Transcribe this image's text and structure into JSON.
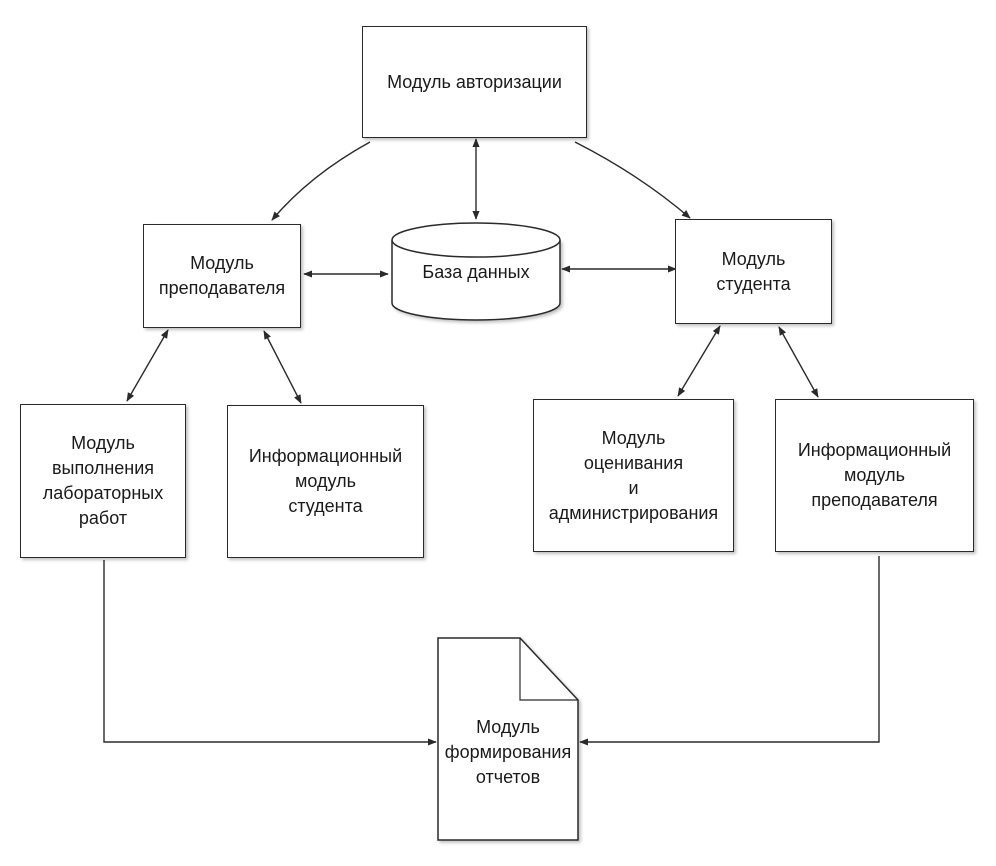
{
  "nodes": {
    "auth": {
      "lines": [
        "Модуль авторизации"
      ]
    },
    "teacher": {
      "lines": [
        "Модуль",
        "преподавателя"
      ]
    },
    "database": {
      "lines": [
        "База данных"
      ]
    },
    "student": {
      "lines": [
        "Модуль",
        "студента"
      ]
    },
    "labs": {
      "lines": [
        "Модуль",
        "выполнения",
        "лабораторных",
        "работ"
      ]
    },
    "info_student": {
      "lines": [
        "Информационный",
        "модуль",
        "студента"
      ]
    },
    "grading": {
      "lines": [
        "Модуль",
        "оценивания",
        "и",
        "администрирования"
      ]
    },
    "info_teacher": {
      "lines": [
        "Информационный",
        "модуль",
        "преподавателя"
      ]
    },
    "reports": {
      "lines": [
        "Модуль",
        "формирования",
        "отчетов"
      ]
    }
  },
  "edges": [
    {
      "from": "auth",
      "to": "teacher",
      "type": "one-way"
    },
    {
      "from": "auth",
      "to": "student",
      "type": "one-way"
    },
    {
      "from": "auth",
      "to": "database",
      "type": "two-way"
    },
    {
      "from": "teacher",
      "to": "database",
      "type": "two-way"
    },
    {
      "from": "database",
      "to": "student",
      "type": "two-way"
    },
    {
      "from": "teacher",
      "to": "labs",
      "type": "two-way"
    },
    {
      "from": "teacher",
      "to": "info_student",
      "type": "two-way"
    },
    {
      "from": "student",
      "to": "grading",
      "type": "two-way"
    },
    {
      "from": "student",
      "to": "info_teacher",
      "type": "two-way"
    },
    {
      "from": "labs",
      "to": "reports",
      "type": "one-way"
    },
    {
      "from": "info_teacher",
      "to": "reports",
      "type": "one-way"
    }
  ],
  "colors": {
    "stroke": "#2a2a2a",
    "fill": "#ffffff",
    "text": "#1a1a1a"
  }
}
